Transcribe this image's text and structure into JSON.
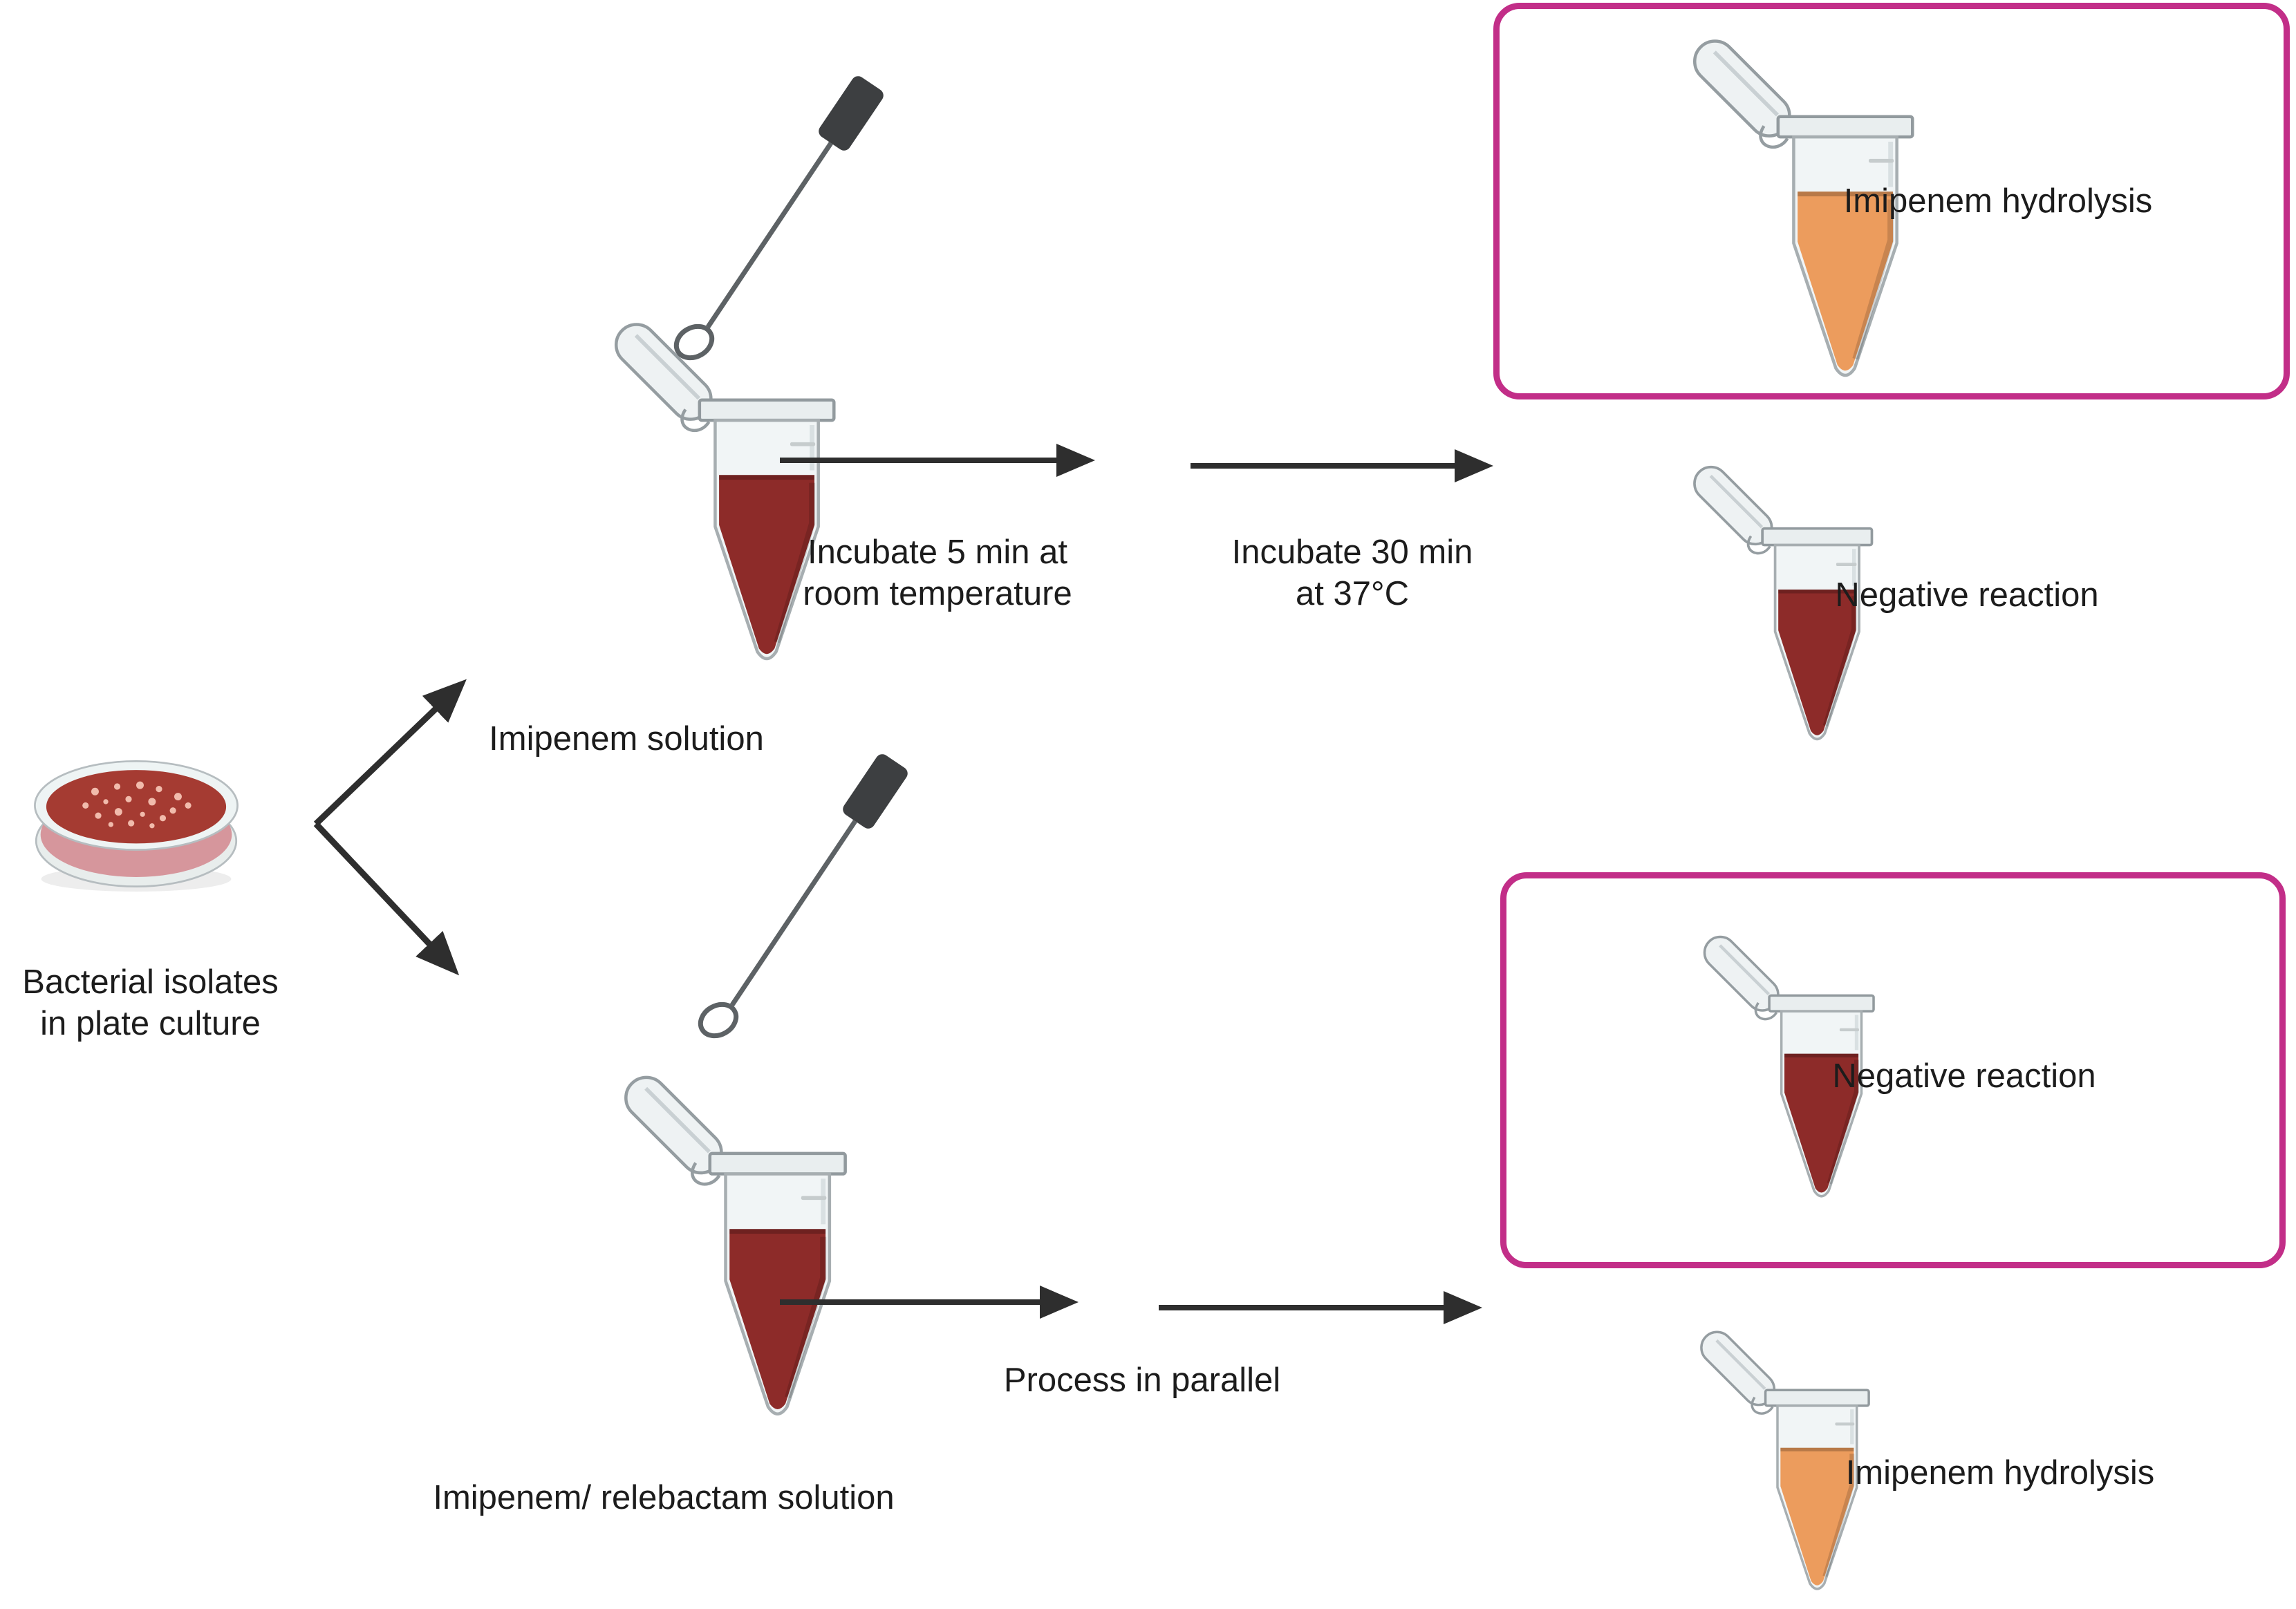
{
  "palette": {
    "liquid_negative": "#8d2b29",
    "liquid_positive": "#ec9c5d",
    "box_border": "#c22e88",
    "arrow": "#2e2e2e",
    "text": "#1c1c1c",
    "agar": "#a53b32",
    "dish_side": "#d6969c",
    "colony": "#f1bbac",
    "tube_body": "#f1f5f6",
    "tube_outline": "#9aa2a6"
  },
  "source": {
    "label": "Bacterial isolates\nin plate culture"
  },
  "tubes": {
    "imipenem": {
      "label": "Imipenem solution"
    },
    "imipenem_relebactam": {
      "label": "Imipenem/ relebactam solution"
    }
  },
  "steps": {
    "incubate_rt": {
      "label": "Incubate 5 min at\nroom temperature"
    },
    "incubate_37": {
      "label": "Incubate 30 min\nat 37°C"
    },
    "parallel": {
      "label": "Process in parallel"
    }
  },
  "results": {
    "top_positive": {
      "label": "Imipenem hydrolysis"
    },
    "top_negative": {
      "label": "Negative reaction"
    },
    "bottom_negative": {
      "label": "Negative reaction"
    },
    "bottom_positive": {
      "label": "Imipenem hydrolysis"
    }
  }
}
